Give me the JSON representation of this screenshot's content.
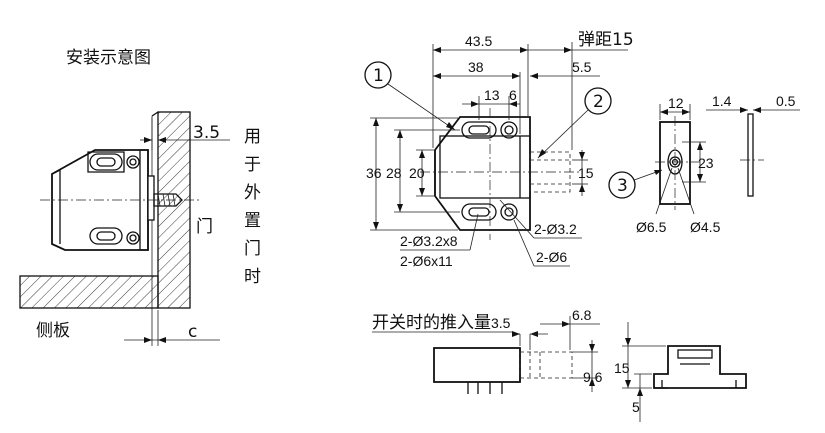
{
  "install_view": {
    "title": "安装示意图",
    "dim_3_5": "3.5",
    "vertical_note": [
      "用",
      "于",
      "外",
      "置",
      "门",
      "时"
    ],
    "door_label": "门",
    "side_panel_label": "侧板",
    "dim_c": "c"
  },
  "front_view": {
    "callout_1": "1",
    "callout_2": "2",
    "callout_3": "3",
    "dim_43_5": "43.5",
    "dim_38": "38",
    "dim_spring": "弹距15",
    "dim_5_5": "5.5",
    "dim_13": "13",
    "dim_6": "6",
    "dim_36": "36",
    "dim_28": "28",
    "dim_20": "20",
    "dim_15": "15",
    "hole_note_1": "2-Ø3.2x8",
    "hole_note_2": "2-Ø6x11",
    "hole_note_3": "2-Ø3.2",
    "hole_note_4": "2-Ø6"
  },
  "plate_view": {
    "dim_12": "12",
    "dim_23": "23",
    "dim_6_5": "Ø6.5",
    "dim_4_5": "Ø4.5",
    "dim_1_4": "1.4",
    "dim_0_5": "0.5"
  },
  "push_view": {
    "title": "开关时的推入量",
    "title_value": "3.5",
    "dim_6_8": "6.8",
    "dim_9_6": "9.6",
    "dim_15": "15",
    "dim_5": "5"
  }
}
